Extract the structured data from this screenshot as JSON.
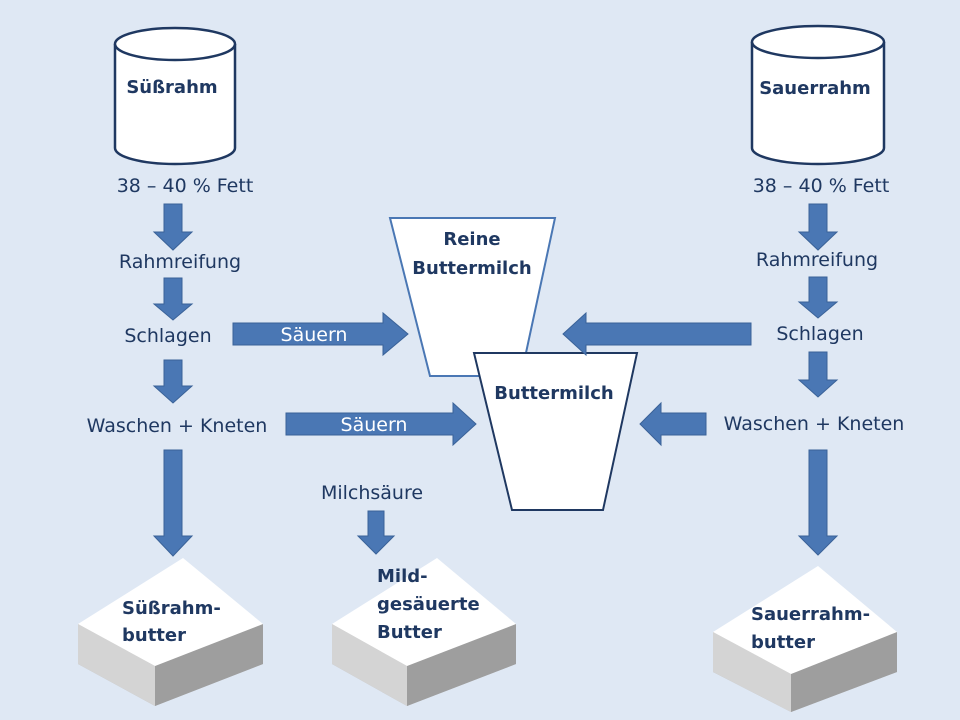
{
  "left": {
    "container": "Süßrahm",
    "fat": "38 – 40 % Fett",
    "step1": "Rahmreifung",
    "step2": "Schlagen",
    "step3": "Waschen + Kneten",
    "product": [
      "Süßrahm-",
      "butter"
    ]
  },
  "right": {
    "container": "Sauerrahm",
    "fat": "38 – 40 % Fett",
    "step1": "Rahmreifung",
    "step2": "Schlagen",
    "step3": "Waschen + Kneten",
    "product": [
      "Sauerrahm-",
      "butter"
    ]
  },
  "center": {
    "pure_buttermilk": [
      "Reine",
      "Buttermilch"
    ],
    "buttermilk": "Buttermilch",
    "arrow_label_1": "Säuern",
    "arrow_label_2": "Säuern",
    "acid": "Milchsäure",
    "product": [
      "Mild-",
      "gesäuerte",
      "Butter"
    ]
  },
  "colors": {
    "background": "#dfe8f4",
    "arrow": "#4a77b4",
    "text": "#1f3861"
  }
}
